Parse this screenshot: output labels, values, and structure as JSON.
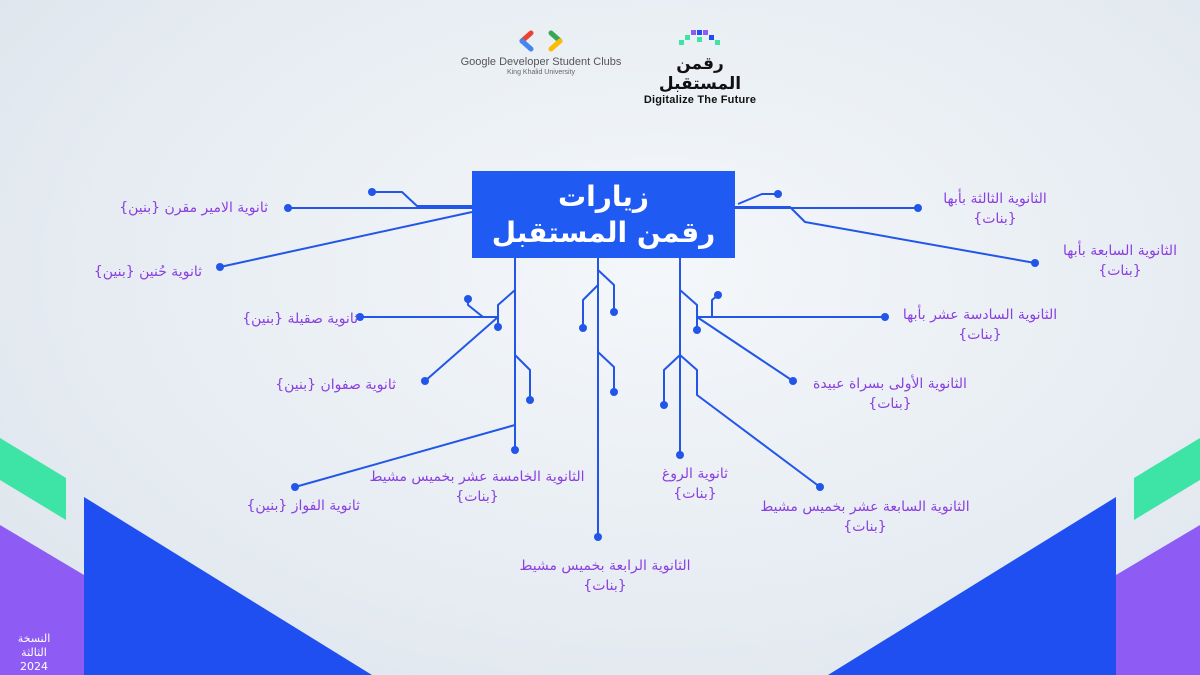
{
  "header": {
    "gdsc_name": "Google Developer Student Clubs",
    "gdsc_university": "King Khalid University",
    "rq_arabic": "رقمن المستقبل",
    "rq_english": "Digitalize The Future"
  },
  "center": {
    "line1": "زيارات",
    "line2": "رقمن المستقبل"
  },
  "nodes": [
    {
      "name": "ثانوية الامير مقرن",
      "sub": "{بنين}"
    },
    {
      "name": "ثانوية حُنين",
      "sub": "{بنين}"
    },
    {
      "name": "ثانوية صقيلة",
      "sub": "{بنين}"
    },
    {
      "name": "ثانوية صفوان",
      "sub": "{بنين}"
    },
    {
      "name": "ثانوية الفواز",
      "sub": "{بنين}"
    },
    {
      "name": "الثانوية الخامسة عشر بخميس مشيط",
      "sub": "{بنات}"
    },
    {
      "name": "الثانوية الرابعة بخميس مشيط",
      "sub": "{بنات}"
    },
    {
      "name": "ثانوية الروغ",
      "sub": "{بنات}"
    },
    {
      "name": "الثانوية السابعة عشر بخميس مشيط",
      "sub": "{بنات}"
    },
    {
      "name": "الثانوية الأولى بسراة عبيدة",
      "sub": "{بنات}"
    },
    {
      "name": "الثانوية السادسة عشر بأبها",
      "sub": "{بنات}"
    },
    {
      "name": "الثانوية السابعة بأبها",
      "sub": "{بنات}"
    },
    {
      "name": "الثانوية الثالثة بأبها",
      "sub": "{بنات}"
    }
  ],
  "footer": {
    "edition": "النسخة الثالثة",
    "year": "2024"
  },
  "colors": {
    "line": "#2156e8",
    "label": "#8a3fe0",
    "title_bg": "#1f5af2",
    "green": "#3ee3a6",
    "purple": "#8e5cf5",
    "blue": "#1f4ff0"
  }
}
